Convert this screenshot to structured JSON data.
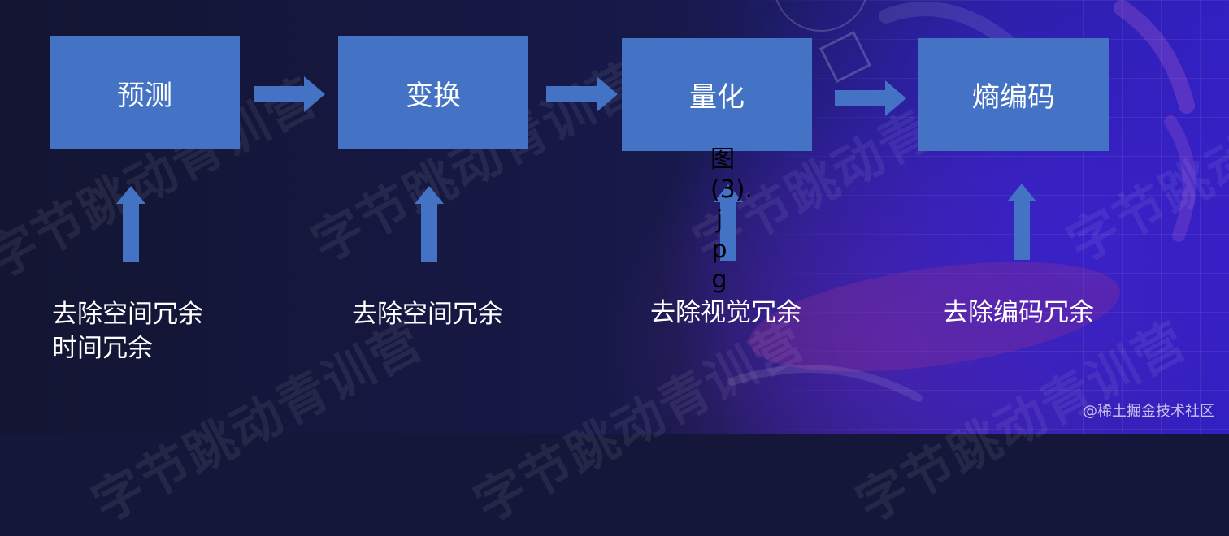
{
  "diagram": {
    "boxes": [
      {
        "label": "预测"
      },
      {
        "label": "变换"
      },
      {
        "label": "量化"
      },
      {
        "label": "熵编码"
      }
    ],
    "captions": [
      {
        "line1": "去除空间冗余",
        "line2": "时间冗余"
      },
      {
        "line1": "去除空间冗余"
      },
      {
        "line1": "去除视觉冗余"
      },
      {
        "line1": "去除编码冗余"
      }
    ],
    "colors": {
      "box": "#4472c4",
      "arrow": "#4472c4",
      "text": "#ffffff"
    }
  },
  "overlay_text": "图(3).jpg",
  "watermark": {
    "text": "字节跳动青训营"
  },
  "credit": "@稀土掘金技术社区"
}
